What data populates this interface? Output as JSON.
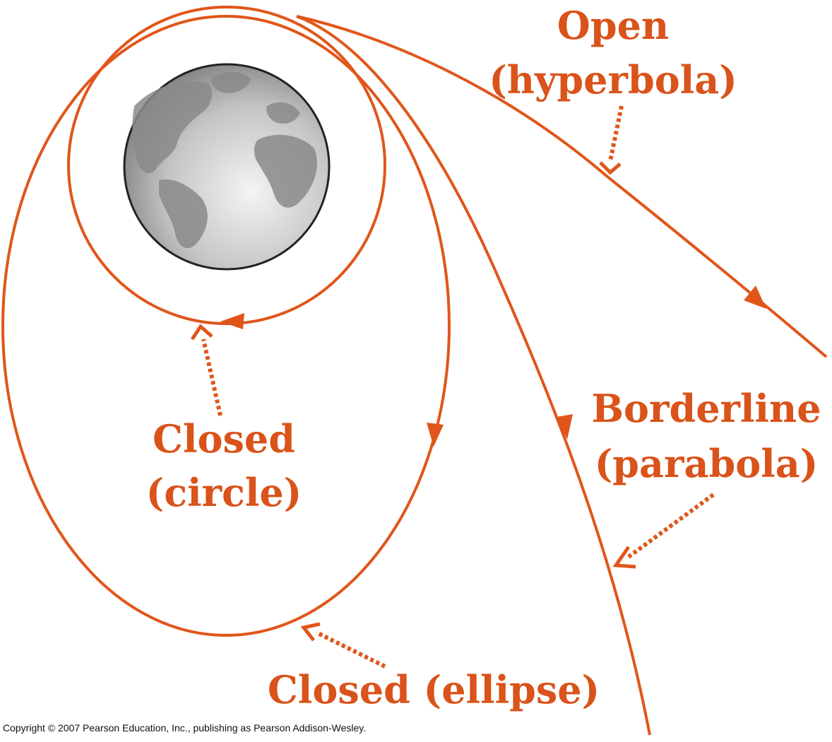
{
  "labels": {
    "hyperbola_line1": "Open",
    "hyperbola_line2": "(hyperbola)",
    "parabola_line1": "Borderline",
    "parabola_line2": "(parabola)",
    "circle_line1": "Closed",
    "circle_line2": "(circle)",
    "ellipse": "Closed (ellipse)"
  },
  "copyright": "Copyright © 2007 Pearson Education, Inc., publishing as Pearson Addison-Wesley.",
  "colors": {
    "orbit": "#e0561a",
    "label": "#d9531a",
    "earth_ocean": "#b5b5b5",
    "earth_land": "#8a8a8a"
  },
  "icons": [
    "earth-globe-icon",
    "dotted-arrow-icon",
    "direction-arrowhead-icon"
  ]
}
